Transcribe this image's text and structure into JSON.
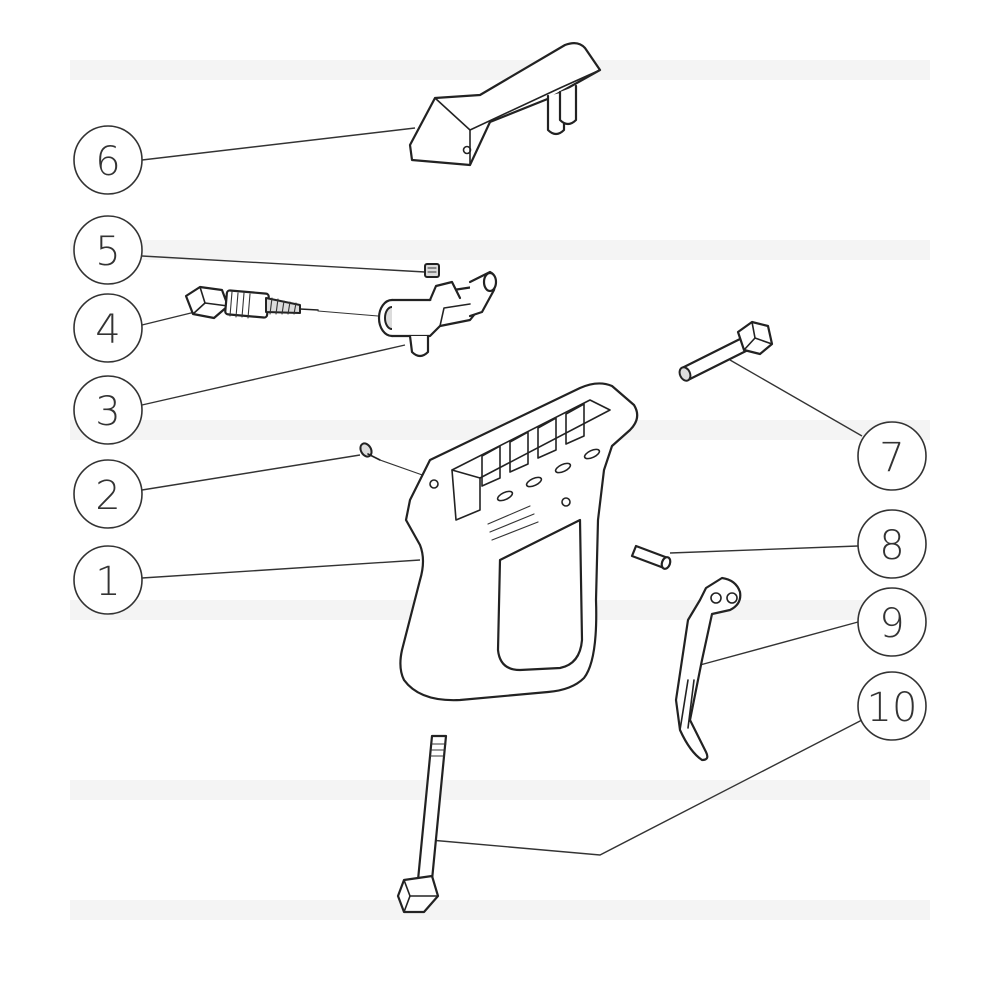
{
  "callouts": [
    {
      "label": "1"
    },
    {
      "label": "2"
    },
    {
      "label": "3"
    },
    {
      "label": "4"
    },
    {
      "label": "5"
    },
    {
      "label": "6"
    },
    {
      "label": "7"
    },
    {
      "label": "8"
    },
    {
      "label": "9"
    },
    {
      "label": "10"
    }
  ],
  "colors": {
    "line": "#222222",
    "background": "#ffffff"
  }
}
